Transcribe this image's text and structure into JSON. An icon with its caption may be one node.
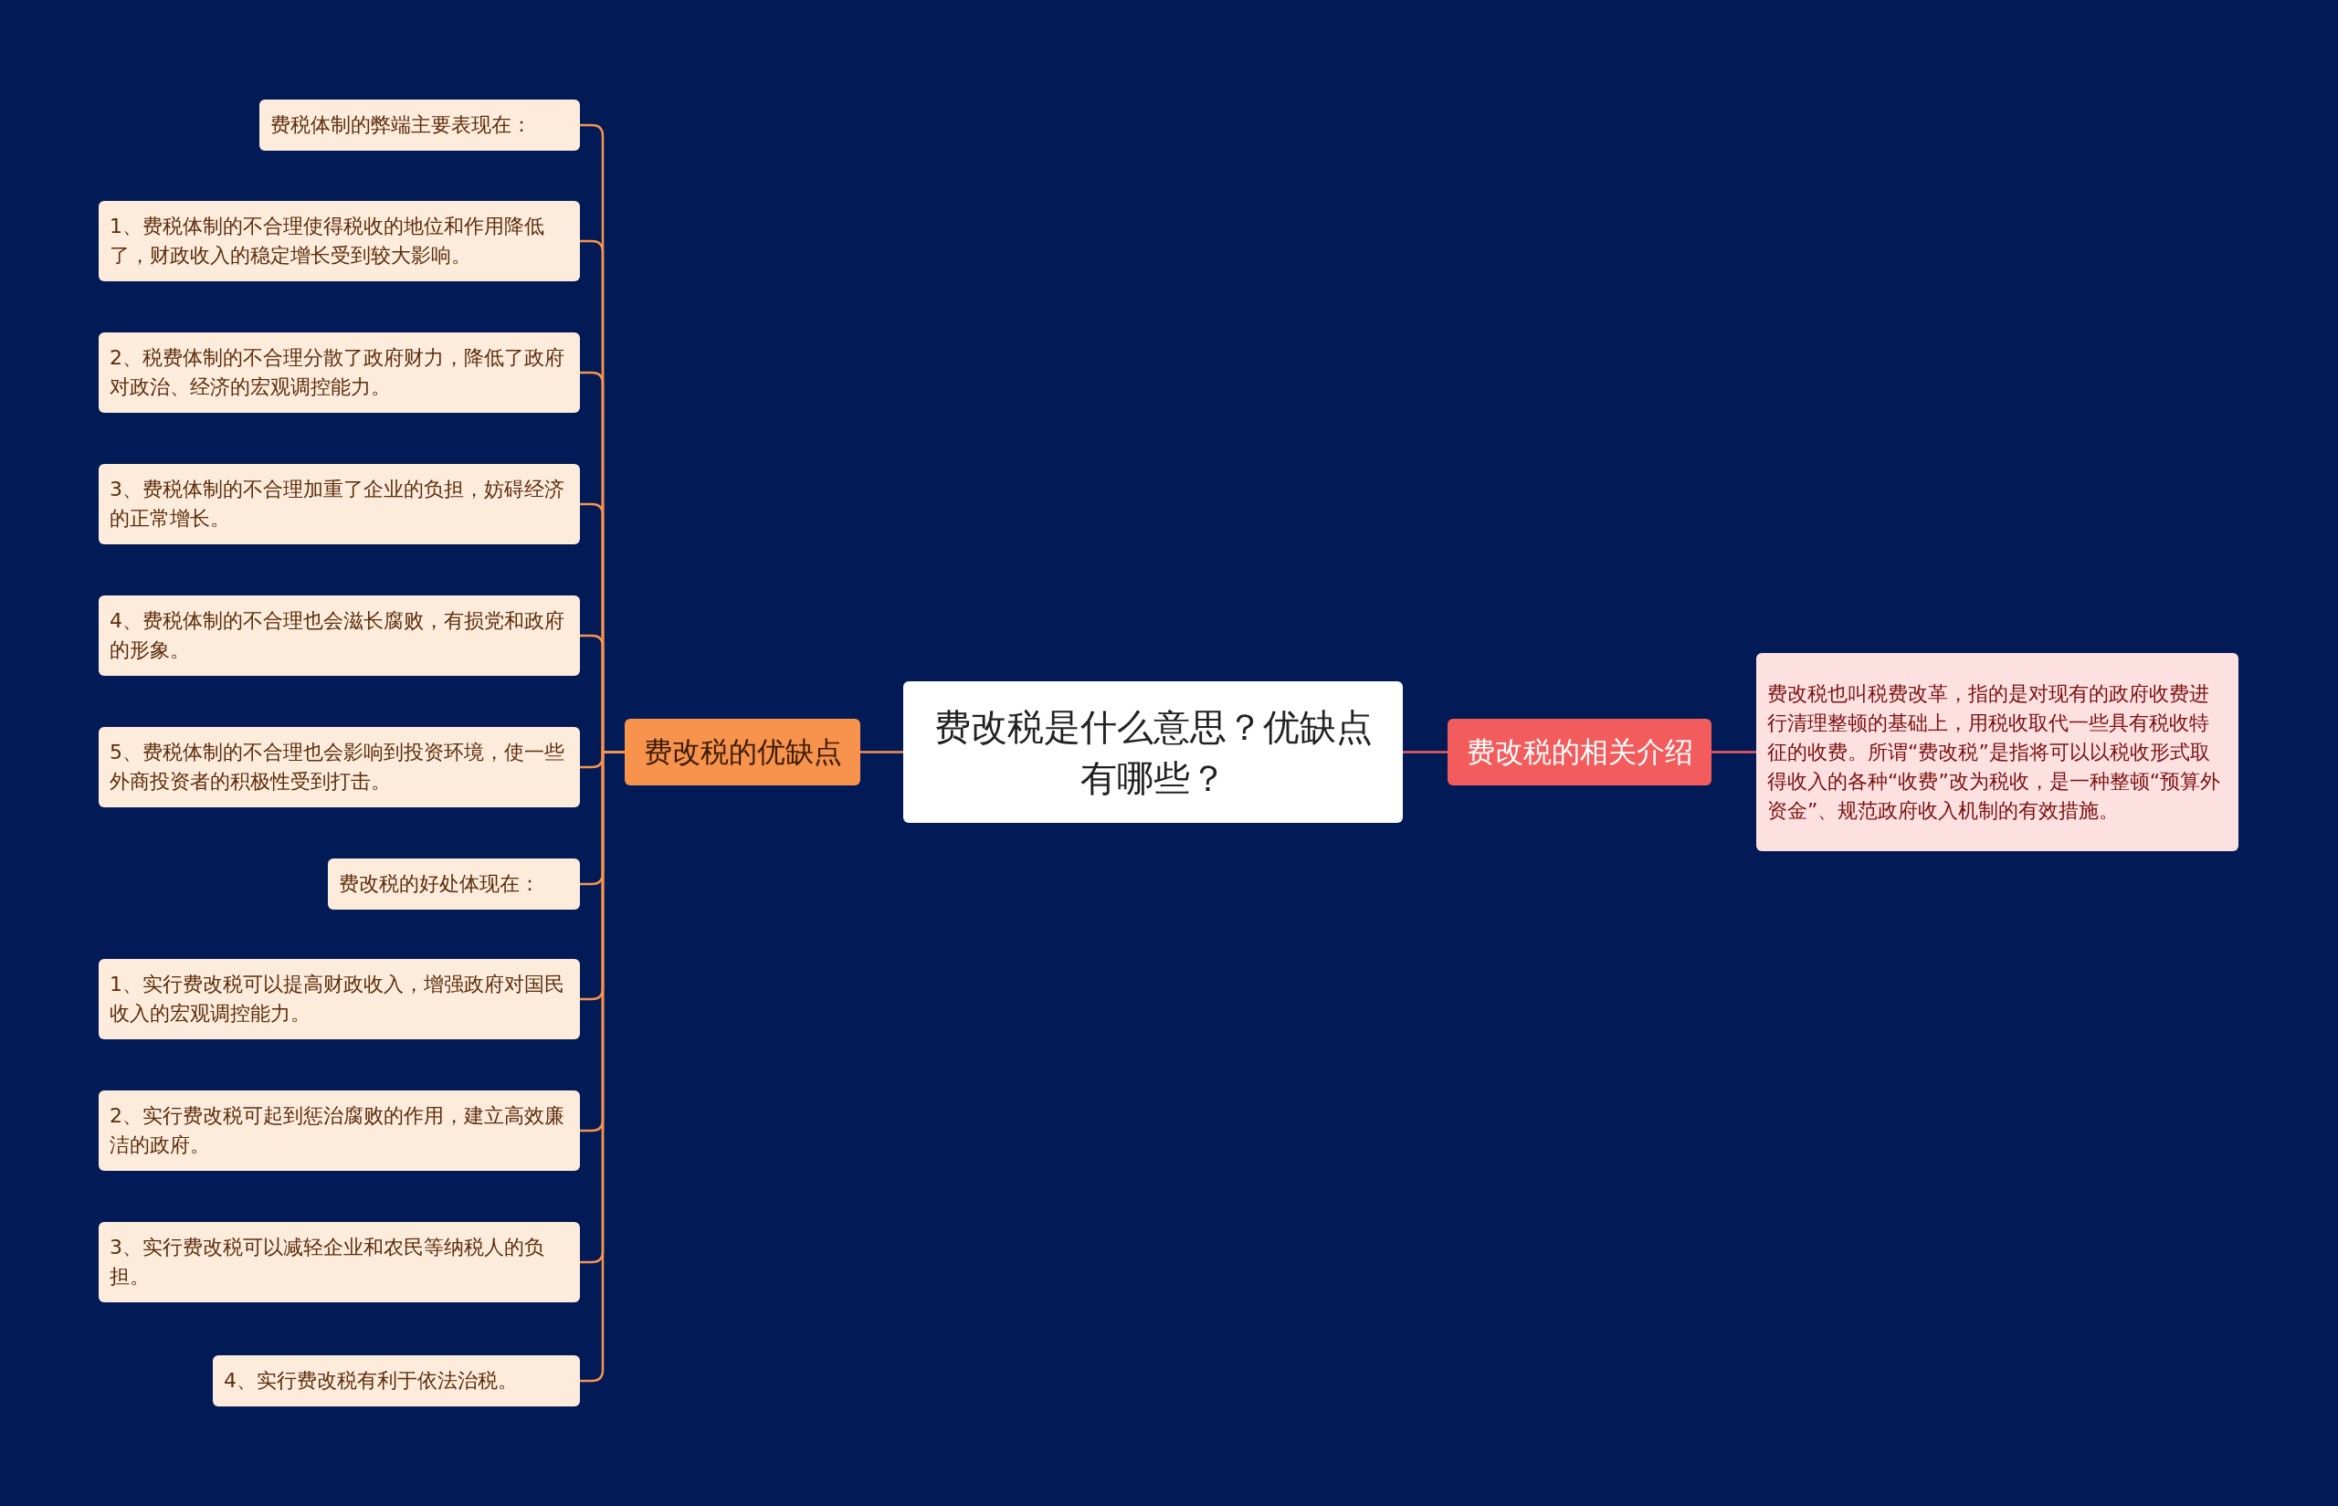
{
  "diagram": {
    "nodes": [
      {
        "text": [
          "费改税是什么意思？优缺点有哪些？"
        ]
      },
      {
        "text": [
          "费改税的优缺点"
        ]
      },
      {
        "text": [
          "费税体制的弊端主要表现在："
        ]
      },
      {
        "text": [
          "1、费税体制的不合理使得税收的地位和作用降低了，财政收入的稳定增长受到较大影响。"
        ]
      },
      {
        "text": [
          "2、税费体制的不合理分散了政府财力，降低了政府对政治、经济的宏观调控能力。"
        ]
      },
      {
        "text": [
          "3、费税体制的不合理加重了企业的负担，妨碍经济的正常增长。"
        ]
      },
      {
        "text": [
          "4、费税体制的不合理也会滋长腐败，有损党和政府的形象。"
        ]
      },
      {
        "text": [
          "5、费税体制的不合理也会影响到投资环境，使一些外商投资者的积极性受到打击。"
        ]
      },
      {
        "text": [
          "费改税的好处体现在："
        ]
      },
      {
        "text": [
          "1、实行费改税可以提高财政收入，增强政府对国民收入的宏观调控能力。"
        ]
      },
      {
        "text": [
          "2、实行费改税可起到惩治腐败的作用，建立高效廉洁的政府。"
        ]
      },
      {
        "text": [
          "3、实行费改税可以减轻企业和农民等纳税人的负担。"
        ]
      },
      {
        "text": [
          "4、实行费改税有利于依法治税。"
        ]
      },
      {
        "text": [
          "费改税的相关介绍"
        ]
      },
      {
        "text": [
          "费改税也叫税费改革，指的是对现有的政府收费进行清理整顿的基础上，用税收取代一些具有税收特征的收费。所谓“费改税”是指将可以以税收形式取得收入的各种“收费”改为税收，是一种整顿“预算外资金”、规范政府收入机制的有效措施。"
        ]
      }
    ],
    "edges": [
      {
        "from": 0,
        "to": 1,
        "arrow": "none"
      },
      {
        "from": 1,
        "to": 2,
        "arrow": "none"
      },
      {
        "from": 1,
        "to": 3,
        "arrow": "none"
      },
      {
        "from": 1,
        "to": 4,
        "arrow": "none"
      },
      {
        "from": 1,
        "to": 5,
        "arrow": "none"
      },
      {
        "from": 1,
        "to": 6,
        "arrow": "none"
      },
      {
        "from": 1,
        "to": 7,
        "arrow": "none"
      },
      {
        "from": 1,
        "to": 8,
        "arrow": "none"
      },
      {
        "from": 1,
        "to": 9,
        "arrow": "none"
      },
      {
        "from": 1,
        "to": 10,
        "arrow": "none"
      },
      {
        "from": 1,
        "to": 11,
        "arrow": "none"
      },
      {
        "from": 1,
        "to": 12,
        "arrow": "none"
      },
      {
        "from": 0,
        "to": 13,
        "arrow": "none",
        "color": "#f25c5c"
      },
      {
        "from": 13,
        "to": 14,
        "arrow": "none",
        "color": "#f25c5c"
      }
    ]
  }
}
